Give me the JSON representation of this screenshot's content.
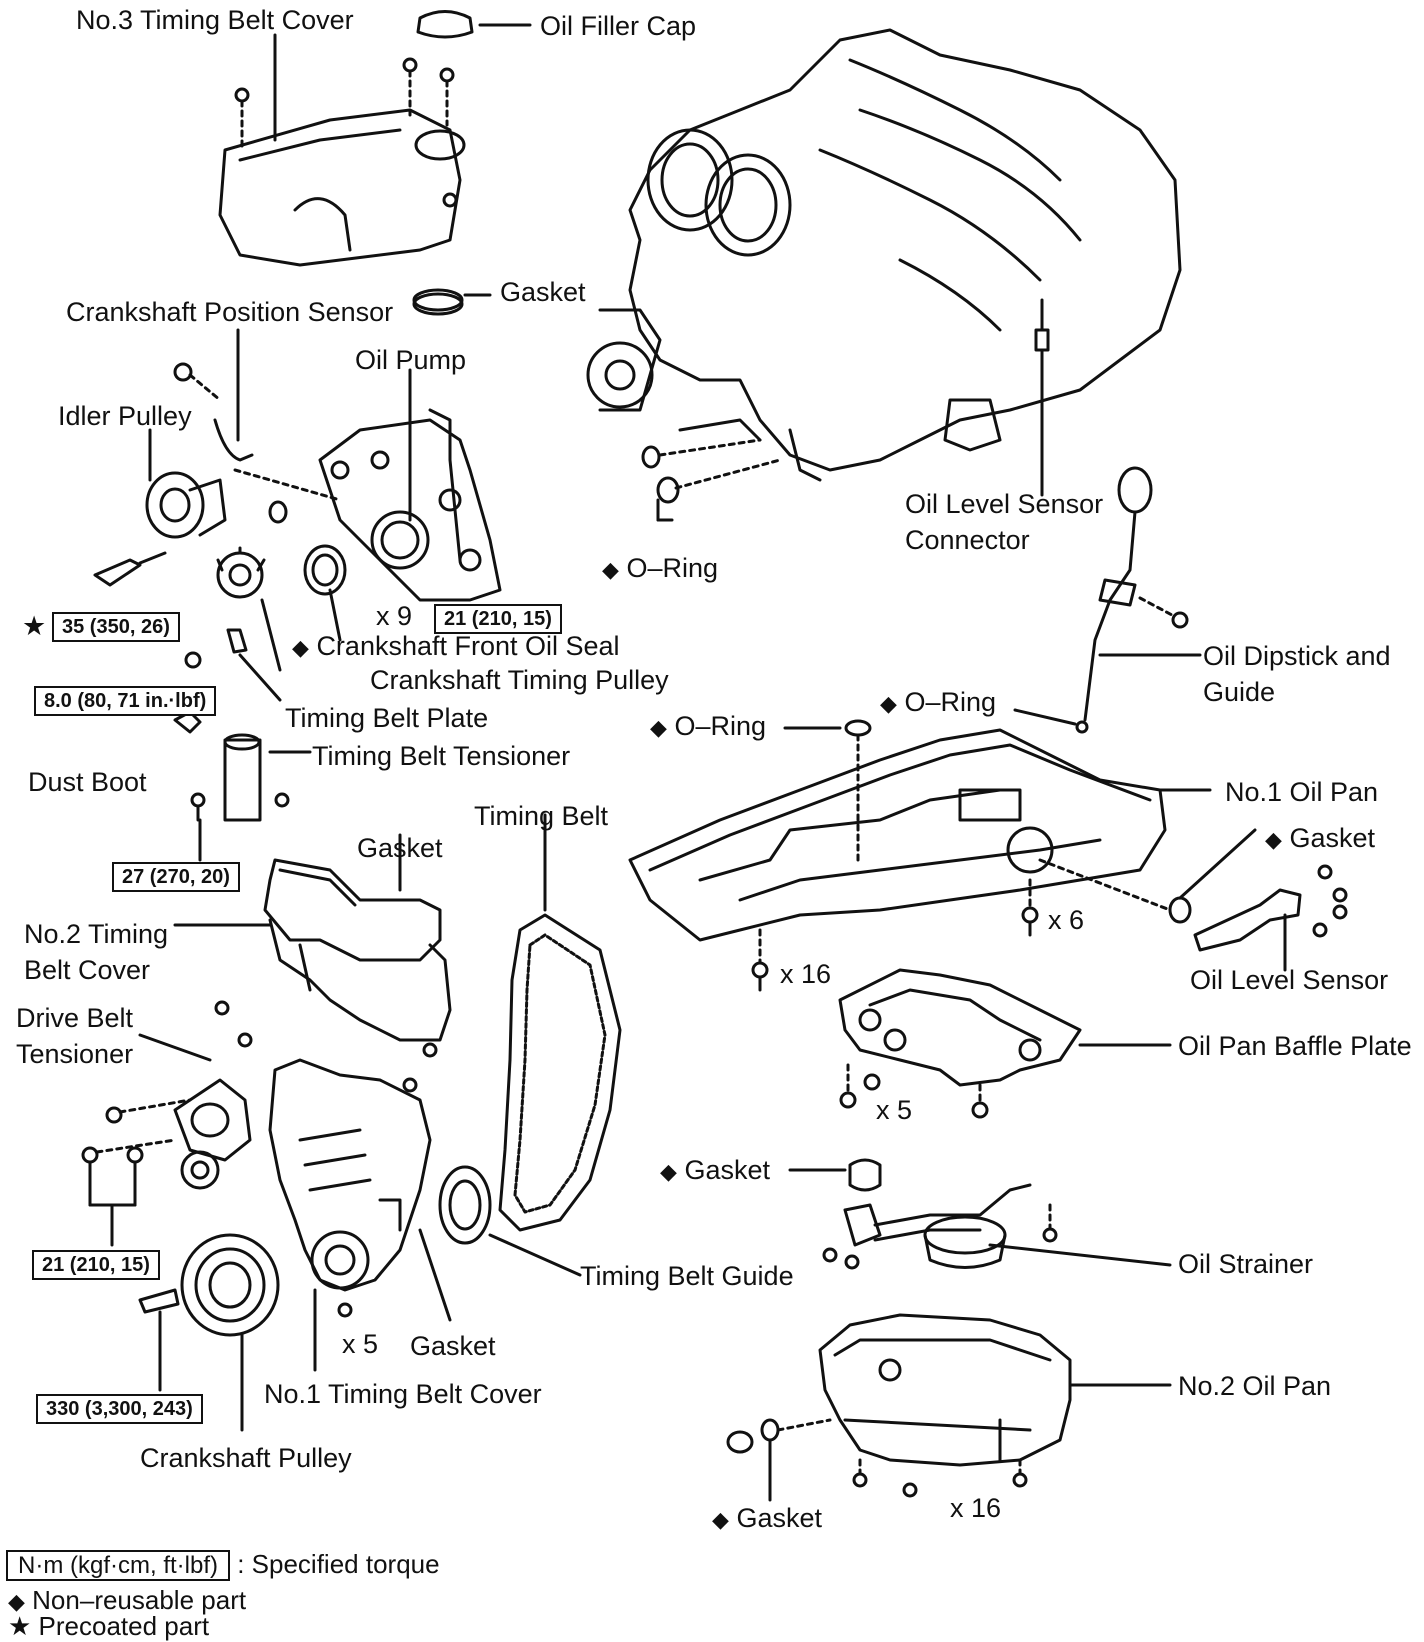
{
  "labels": {
    "timing_cover_3": "No.3 Timing Belt Cover",
    "oil_filler_cap": "Oil Filler Cap",
    "gasket_top": "Gasket",
    "crank_pos_sensor": "Crankshaft Position Sensor",
    "oil_pump": "Oil Pump",
    "idler_pulley": "Idler Pulley",
    "oil_level_connector_1": "Oil Level Sensor",
    "oil_level_connector_2": "Connector",
    "o_ring_top": "O–Ring",
    "crank_front_seal": "Crankshaft Front Oil Seal",
    "crank_timing_pulley": "Crankshaft Timing Pulley",
    "timing_belt_plate": "Timing Belt Plate",
    "dipstick_1": "Oil Dipstick and",
    "dipstick_2": "Guide",
    "o_ring_mid": "O–Ring",
    "o_ring_left": "O–Ring",
    "dust_boot": "Dust Boot",
    "timing_belt_tensioner": "Timing Belt Tensioner",
    "no1_oil_pan": "No.1 Oil Pan",
    "timing_belt": "Timing Belt",
    "gasket_mid": "Gasket",
    "gasket_right": "Gasket",
    "no2_cover_1": "No.2 Timing",
    "no2_cover_2": "Belt Cover",
    "drive_belt_1": "Drive Belt",
    "drive_belt_2": "Tensioner",
    "oil_level_sensor": "Oil Level Sensor",
    "baffle_plate": "Oil Pan Baffle Plate",
    "gasket_strainer": "Gasket",
    "timing_belt_guide": "Timing Belt Guide",
    "oil_strainer": "Oil Strainer",
    "gasket_bottom": "Gasket",
    "no1_cover": "No.1 Timing Belt Cover",
    "no2_oil_pan": "No.2 Oil Pan",
    "crank_pulley": "Crankshaft Pulley",
    "gasket_drain": "Gasket"
  },
  "torques": {
    "t1": "35 (350, 26)",
    "t2": "21 (210, 15)",
    "t3": "8.0 (80, 71 in.·lbf)",
    "t4": "27 (270, 20)",
    "t5": "21 (210, 15)",
    "t6": "330 (3,300, 243)"
  },
  "quantities": {
    "q_pump": "x 9",
    "q_pan6": "x 6",
    "q_pan16": "x 16",
    "q_baffle": "x 5",
    "q_cover": "x 5",
    "q_pan2": "x 16"
  },
  "legend": {
    "torque_unit": "N·m (kgf·cm, ft·lbf)",
    "torque_desc": ": Specified torque",
    "nonreusable": "Non–reusable part",
    "precoated": "Precoated part"
  },
  "symbols": {
    "diamond": "◆",
    "star": "★"
  }
}
